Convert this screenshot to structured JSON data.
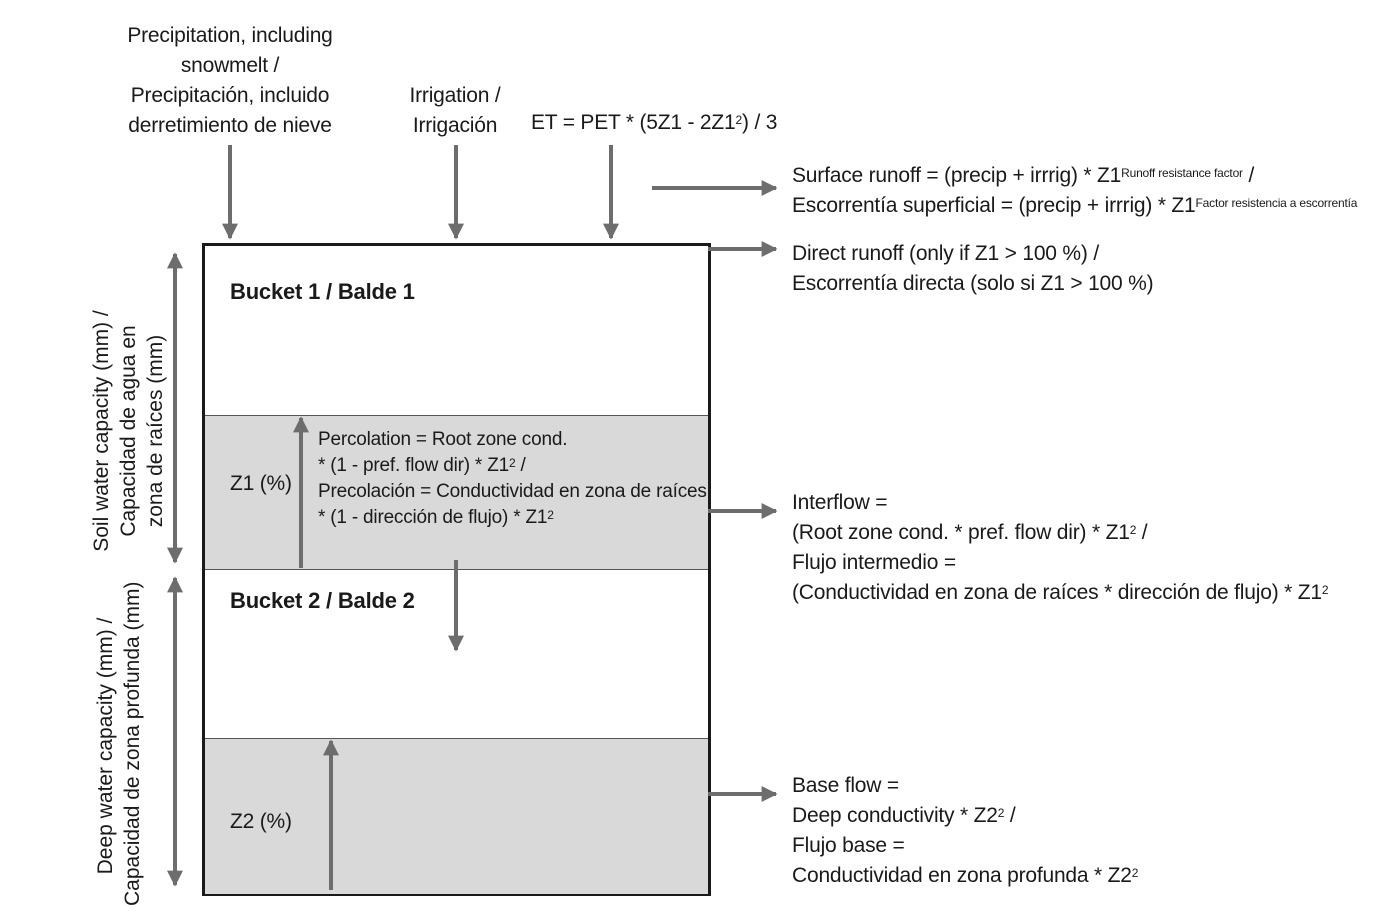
{
  "inputs": {
    "precip": [
      "Precipitation, including",
      "snowmelt /",
      "Precipitación, incluido",
      "derretimiento de nieve"
    ],
    "irrigation": [
      "Irrigation /",
      "Irrigación"
    ],
    "et": "ET = PET * (5Z1 - 2Z1",
    "et_sup": "2",
    "et_end": ") / 3"
  },
  "surface_runoff": {
    "line1": "Surface runoff = (precip + irrrig) * Z1",
    "line1_sup": "Runoff resistance factor",
    "line1_end": " /",
    "line2": "Escorrentía superficial = (precip + irrrig) * Z1",
    "line2_sup": "Factor resistencia a escorrentía"
  },
  "direct_runoff": [
    "Direct runoff (only if Z1 > 100 %) /",
    "Escorrentía directa (solo si Z1 > 100 %)"
  ],
  "bucket1": {
    "title": "Bucket 1 / Balde 1",
    "zone": "Z1 (%)"
  },
  "bucket2": {
    "title": "Bucket 2 / Balde 2",
    "zone": "Z2 (%)"
  },
  "percolation": {
    "l1": "Percolation = Root zone cond.",
    "l2": "* (1 - pref. flow dir) * Z1",
    "l2_end": " /",
    "l3": "Precolación = Conductividad en zona de raíces",
    "l4": "* (1 - dirección de flujo) * Z1",
    "sup": "2"
  },
  "interflow": {
    "l1": "Interflow =",
    "l2": "(Root zone cond. * pref. flow dir) * Z1",
    "l2_end": " /",
    "l3": "Flujo intermedio =",
    "l4": "(Conductividad en zona de raíces * dirección de flujo) * Z1",
    "sup": "2"
  },
  "baseflow": {
    "l1": "Base flow =",
    "l2": "Deep conductivity * Z2",
    "l2_end": " /",
    "l3": "Flujo base =",
    "l4": "Conductividad en zona profunda * Z2",
    "sup": "2"
  },
  "soil_capacity": [
    "Soil water capacity (mm) /",
    "Capacidad de agua en",
    "zona de raíces (mm)"
  ],
  "deep_capacity": [
    "Deep water capacity (mm) /",
    "Capacidad de zona profunda (mm)"
  ],
  "colors": {
    "arrow": "#6d6d6d",
    "band": "#d9d9d9",
    "border": "#1a1a1a"
  }
}
